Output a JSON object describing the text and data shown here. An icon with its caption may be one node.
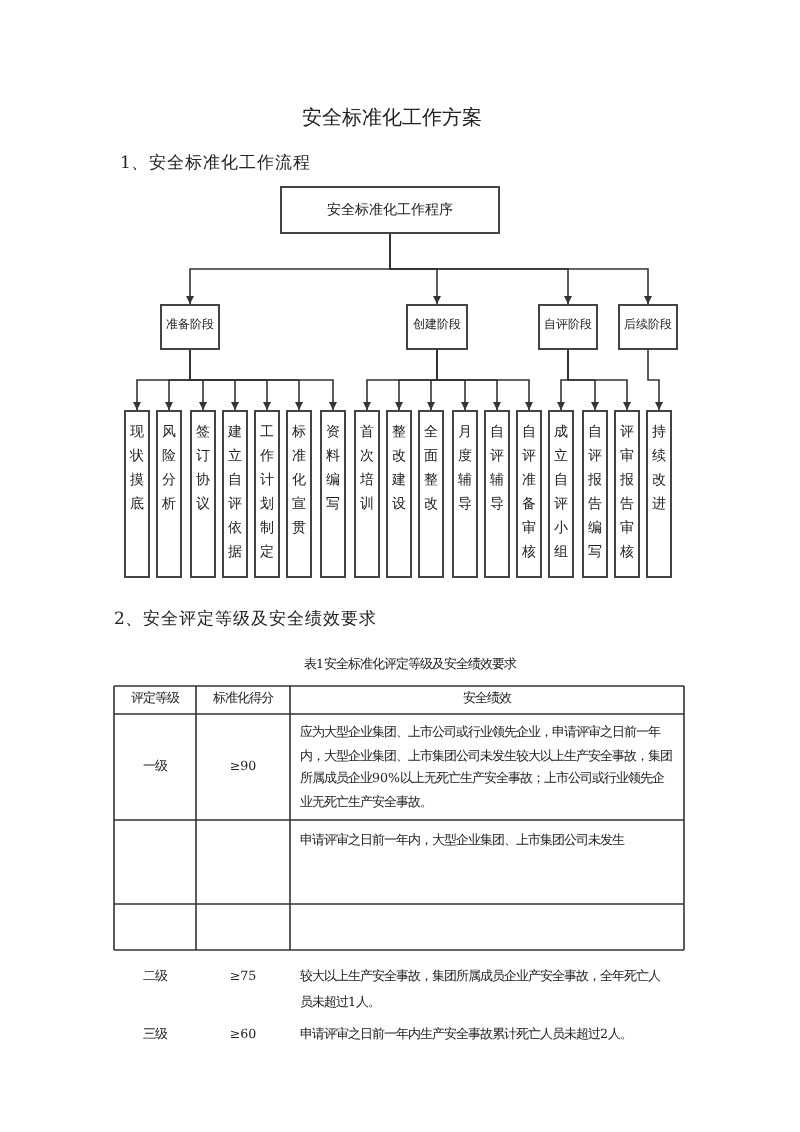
{
  "diagram": {
    "title": "安全标准化工作方案",
    "nodes": [
      {
        "text": [
          "安全标准化工作程序"
        ]
      },
      {
        "text": [
          "准备阶段"
        ]
      },
      {
        "text": [
          "创建阶段"
        ]
      },
      {
        "text": [
          "自评阶段"
        ]
      },
      {
        "text": [
          "后续阶段"
        ]
      },
      {
        "text": [
          "现状摸底"
        ]
      },
      {
        "text": [
          "风险分析"
        ]
      },
      {
        "text": [
          "签订协议"
        ]
      },
      {
        "text": [
          "建立自评依据"
        ]
      },
      {
        "text": [
          "工作计划制定"
        ]
      },
      {
        "text": [
          "标准化宣贯"
        ]
      },
      {
        "text": [
          "资料编写"
        ]
      },
      {
        "text": [
          "首次培训"
        ]
      },
      {
        "text": [
          "整改建设"
        ]
      },
      {
        "text": [
          "全面整改"
        ]
      },
      {
        "text": [
          "月度辅导"
        ]
      },
      {
        "text": [
          "自评辅导"
        ]
      },
      {
        "text": [
          "自评准备审核"
        ]
      },
      {
        "text": [
          "成立自评小组"
        ]
      },
      {
        "text": [
          "自评报告编写"
        ]
      },
      {
        "text": [
          "评审报告审核"
        ]
      },
      {
        "text": [
          "持续改进"
        ]
      }
    ],
    "edges": [
      {
        "from": 0,
        "to": 1,
        "arrow": "to"
      },
      {
        "from": 0,
        "to": 2,
        "arrow": "to"
      },
      {
        "from": 0,
        "to": 3,
        "arrow": "to"
      },
      {
        "from": 0,
        "to": 4,
        "arrow": "to"
      },
      {
        "from": 1,
        "to": 5,
        "arrow": "to"
      },
      {
        "from": 1,
        "to": 6,
        "arrow": "to"
      },
      {
        "from": 1,
        "to": 7,
        "arrow": "to"
      },
      {
        "from": 1,
        "to": 8,
        "arrow": "to"
      },
      {
        "from": 1,
        "to": 9,
        "arrow": "to"
      },
      {
        "from": 1,
        "to": 10,
        "arrow": "to"
      },
      {
        "from": 1,
        "to": 11,
        "arrow": "to"
      },
      {
        "from": 2,
        "to": 12,
        "arrow": "to"
      },
      {
        "from": 2,
        "to": 13,
        "arrow": "to"
      },
      {
        "from": 2,
        "to": 14,
        "arrow": "to"
      },
      {
        "from": 2,
        "to": 15,
        "arrow": "to"
      },
      {
        "from": 2,
        "to": 16,
        "arrow": "to"
      },
      {
        "from": 2,
        "to": 17,
        "arrow": "to"
      },
      {
        "from": 3,
        "to": 18,
        "arrow": "to"
      },
      {
        "from": 3,
        "to": 19,
        "arrow": "to"
      },
      {
        "from": 3,
        "to": 20,
        "arrow": "to"
      },
      {
        "from": 4,
        "to": 21,
        "arrow": "to"
      }
    ],
    "labels": [
      "1、安全标准化工作流程",
      "2、安全评定等级及安全绩效要求",
      "表1安全标准化评定等级及安全绩效要求",
      "评定等级",
      "标准化得分",
      "安全绩效",
      "一级",
      "≥90",
      "应为大型企业集团、上市公司或行业领先企业，申请评审之日前一年内，大型企业集团、上市集团公司未发生较大以上生产安全事故，集团所属成员企业90%以上无死亡生产安全事故；上市公司或行业领先企业无死亡生产安全事故。",
      "申请评审之日前一年内，大型企业集团、上市集团公司未发生",
      "二级",
      "≥75",
      "较大以上生产安全事故，集团所属成员企业产安全事故，全年死亡人员未超过1人。",
      "三级",
      "≥60",
      "申请评审之日前一年内生产安全事故累计死亡人员未超过2人。"
    ]
  }
}
